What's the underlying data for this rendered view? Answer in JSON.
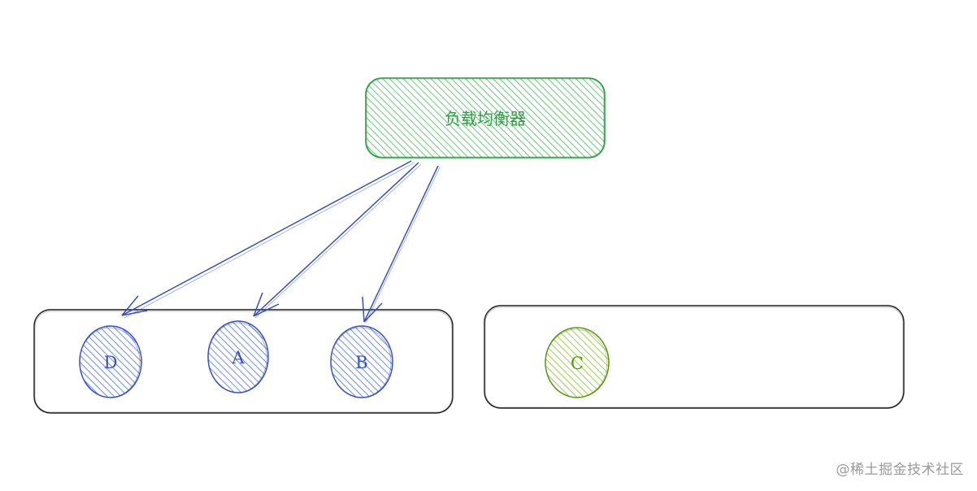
{
  "diagram": {
    "load_balancer": {
      "label": "负载均衡器",
      "fill_color": "#40c057",
      "stroke_color": "#2f9e44"
    },
    "group_left": {
      "stroke_color": "#1e1e1e"
    },
    "group_right": {
      "stroke_color": "#1e1e1e"
    },
    "nodes": [
      {
        "id": "D",
        "label": "D",
        "fill_color": "#4c6ef5",
        "stroke_color": "#364fc7"
      },
      {
        "id": "A",
        "label": "A",
        "fill_color": "#4c6ef5",
        "stroke_color": "#364fc7"
      },
      {
        "id": "B",
        "label": "B",
        "fill_color": "#4c6ef5",
        "stroke_color": "#364fc7"
      },
      {
        "id": "C",
        "label": "C",
        "fill_color": "#82c91e",
        "stroke_color": "#5c940d"
      }
    ],
    "arrows": [
      {
        "from": "负载均衡器",
        "to": "D"
      },
      {
        "from": "负载均衡器",
        "to": "A"
      },
      {
        "from": "负载均衡器",
        "to": "B"
      }
    ],
    "arrow_color": "#364fc7"
  },
  "watermark": "@稀土掘金技术社区"
}
